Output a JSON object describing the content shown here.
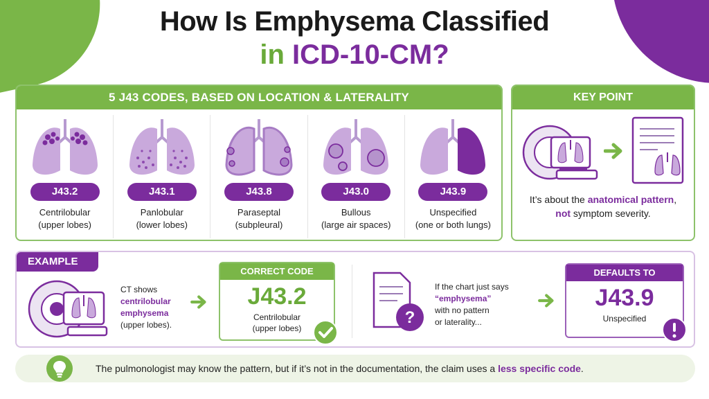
{
  "title": {
    "line1": "How Is Emphysema Classified",
    "line2_in": "in ",
    "line2_code": "ICD-10-CM?"
  },
  "codes_panel": {
    "heading": "5 J43 CODES, BASED ON LOCATION & LATERALITY",
    "codes": [
      {
        "code": "J43.2",
        "name": "Centrilobular",
        "detail": "(upper lobes)",
        "icon": "lungs-upper-nodules-icon"
      },
      {
        "code": "J43.1",
        "name": "Panlobular",
        "detail": "(lower lobes)",
        "icon": "lungs-lower-dots-icon"
      },
      {
        "code": "J43.8",
        "name": "Paraseptal",
        "detail": "(subpleural)",
        "icon": "lungs-subpleural-icon"
      },
      {
        "code": "J43.0",
        "name": "Bullous",
        "detail": "(large air spaces)",
        "icon": "lungs-bullae-icon"
      },
      {
        "code": "J43.9",
        "name": "Unspecified",
        "detail": "(one or both lungs)",
        "icon": "lungs-dark-icon"
      }
    ]
  },
  "key_point": {
    "heading": "KEY POINT",
    "text_pre": "It’s about the ",
    "text_hl": "anatomical pattern",
    "text_mid": ",",
    "text_hl2": "not",
    "text_post": " symptom severity."
  },
  "example": {
    "tab": "EXAMPLE",
    "ct_line1": "CT shows",
    "ct_hl1": "centrilobular",
    "ct_hl2": "emphysema",
    "ct_line4": "(upper lobes).",
    "correct_head": "CORRECT CODE",
    "correct_code": "J43.2",
    "correct_sub1": "Centrilobular",
    "correct_sub2": "(upper lobes)",
    "chart_line1": "If the chart just says",
    "chart_hl": "“emphysema”",
    "chart_line3": "with no pattern",
    "chart_line4": "or laterality...",
    "default_head": "DEFAULTS TO",
    "default_code": "J43.9",
    "default_sub": "Unspecified"
  },
  "bottom": {
    "text_pre": "The pulmonologist may know the pattern, but if it’s not in the documentation, the claim uses a ",
    "text_hl": "less specific code",
    "text_post": "."
  },
  "colors": {
    "green": "#7ab648",
    "purple": "#7b2c9d"
  }
}
